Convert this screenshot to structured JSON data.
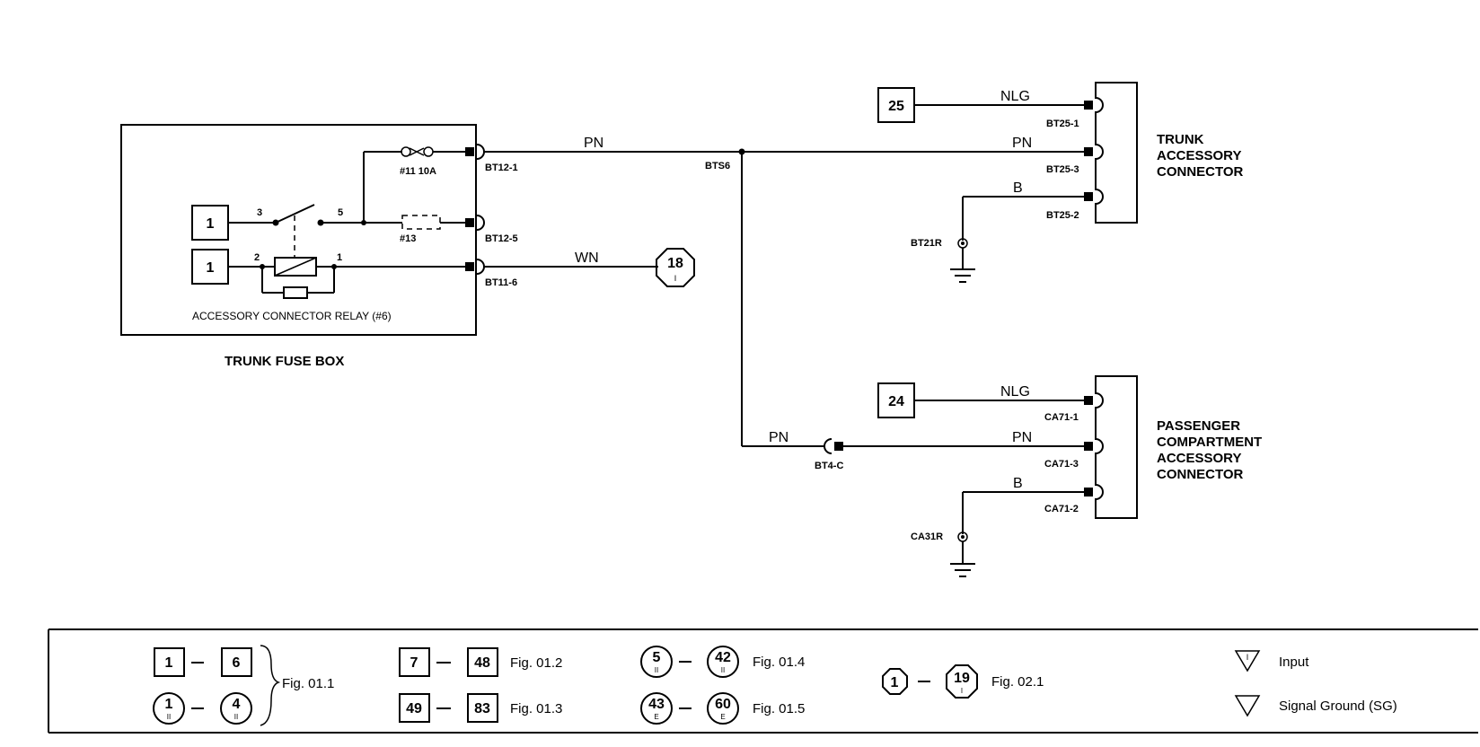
{
  "fuse_box": {
    "title": "TRUNK FUSE BOX",
    "relay_label": "ACCESSORY CONNECTOR RELAY (#6)",
    "fuse_main": "#11 10A",
    "fuse_alt": "#13",
    "pin_3": "3",
    "pin_5": "5",
    "pin_2": "2",
    "pin_1": "1",
    "input_top": "1",
    "input_bottom": "1"
  },
  "terminals": {
    "bt12_1": "BT12-1",
    "bt12_5": "BT12-5",
    "bt11_6": "BT11-6",
    "bts6": "BTS6",
    "bt4_c": "BT4-C",
    "bt21r": "BT21R",
    "ca31r": "CA31R",
    "bt25_1": "BT25-1",
    "bt25_3": "BT25-3",
    "bt25_2": "BT25-2",
    "ca71_1": "CA71-1",
    "ca71_3": "CA71-3",
    "ca71_2": "CA71-2"
  },
  "wires": {
    "pn_main": "PN",
    "wn": "WN",
    "nlg_top": "NLG",
    "pn_trunk": "PN",
    "b_trunk": "B",
    "pn_branch": "PN",
    "nlg_bottom": "NLG",
    "pn_pass": "PN",
    "b_pass": "B"
  },
  "refs": {
    "ref_18": "18",
    "ref_18_sub": "I",
    "ref_25": "25",
    "ref_24": "24"
  },
  "connectors": {
    "trunk": [
      "TRUNK",
      "ACCESSORY",
      "CONNECTOR"
    ],
    "passenger": [
      "PASSENGER",
      "COMPARTMENT",
      "ACCESSORY",
      "CONNECTOR"
    ]
  },
  "legend": {
    "g1": {
      "a": "1",
      "b": "6",
      "c": "1",
      "c_sub": "II",
      "d": "4",
      "d_sub": "II",
      "fig": "Fig. 01.1"
    },
    "g2": {
      "a": "7",
      "b": "48",
      "fig": "Fig. 01.2"
    },
    "g3": {
      "a": "49",
      "b": "83",
      "fig": "Fig. 01.3"
    },
    "g4": {
      "a": "5",
      "a_sub": "II",
      "b": "42",
      "b_sub": "II",
      "fig": "Fig. 01.4"
    },
    "g5": {
      "a": "43",
      "a_sub": "E",
      "b": "60",
      "b_sub": "E",
      "fig": "Fig. 01.5"
    },
    "g6": {
      "a": "1",
      "b": "19",
      "b_sub": "I",
      "fig": "Fig. 02.1"
    },
    "input": "Input",
    "input_sym": "I",
    "signal_ground": "Signal Ground (SG)"
  }
}
